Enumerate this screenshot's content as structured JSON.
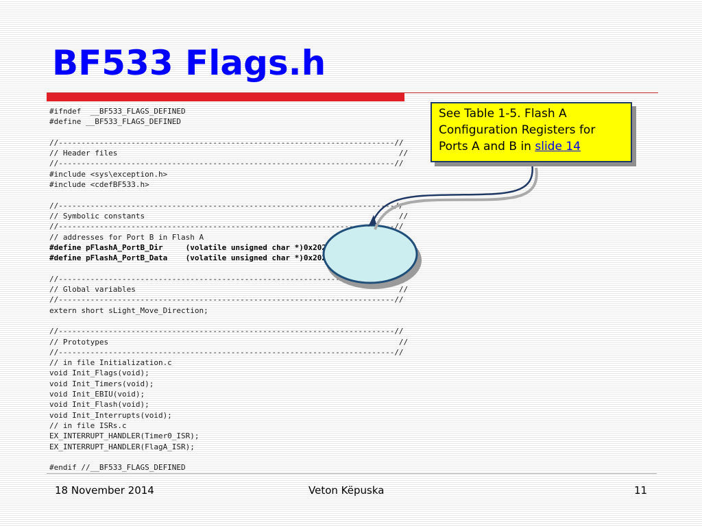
{
  "slide": {
    "title": "BF533 Flags.h",
    "code_lines": [
      "#ifndef  __BF533_FLAGS_DEFINED",
      "#define __BF533_FLAGS_DEFINED",
      "",
      "//--------------------------------------------------------------------------//",
      "// Header files                                                              //",
      "//--------------------------------------------------------------------------//",
      "#include <sys\\exception.h>",
      "#include <cdefBF533.h>",
      "",
      "//--------------------------------------------------------------------------//",
      "// Symbolic constants                                                        //",
      "//--------------------------------------------------------------------------//",
      "// addresses for Port B in Flash A",
      "#define pFlashA_PortB_Dir     (volatile unsigned char *)0x20270007",
      "#define pFlashA_PortB_Data    (volatile unsigned char *)0x20270005",
      "",
      "//--------------------------------------------------------------------------//",
      "// Global variables                                                          //",
      "//--------------------------------------------------------------------------//",
      "extern short sLight_Move_Direction;",
      "",
      "//--------------------------------------------------------------------------//",
      "// Prototypes                                                                //",
      "//--------------------------------------------------------------------------//",
      "// in file Initialization.c",
      "void Init_Flags(void);",
      "void Init_Timers(void);",
      "void Init_EBIU(void);",
      "void Init_Flash(void);",
      "void Init_Interrupts(void);",
      "// in file ISRs.c",
      "EX_INTERRUPT_HANDLER(Timer0_ISR);",
      "EX_INTERRUPT_HANDLER(FlagA_ISR);",
      "",
      "#endif //__BF533_FLAGS_DEFINED"
    ],
    "callout": {
      "text": "See Table 1-5. Flash A Configuration Registers for Ports A and B in ",
      "link_text": "slide 14"
    },
    "footer": {
      "date": "18 November 2014",
      "author": "Veton Këpuska",
      "page": "11"
    }
  },
  "colors": {
    "title": "#0000ff",
    "accent_bar": "#e01f26",
    "callout_fill": "#ffff00",
    "callout_border": "#1f3864",
    "ellipse_fill": "#cdeef0",
    "ellipse_border": "#1f4e79"
  }
}
